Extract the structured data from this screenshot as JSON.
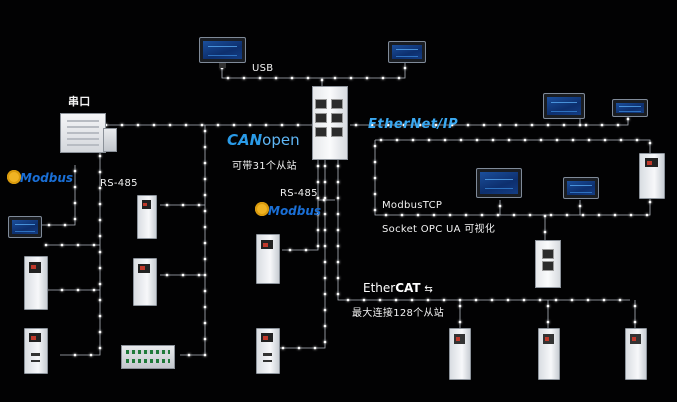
{
  "labels": {
    "usb": "USB",
    "serial_title": "串口",
    "rs485_left": "RS-485",
    "rs485_mid": "RS-485",
    "canopen_caption": "可带31个从站",
    "modbustcp": "ModbusTCP",
    "protocols": "Socket  OPC UA  可视化",
    "ethercat_caption": "最大连接128个从站"
  },
  "logos": {
    "canopen_can": "CAN",
    "canopen_open": "open",
    "ethernetip": "EtherNet/IP",
    "ethercat_ether": "Ether",
    "ethercat_cat": "CAT",
    "modbus_left": "Modbus",
    "modbus_mid": "Modbus"
  },
  "colors": {
    "background": "#020203",
    "wire": "#cfd6e0",
    "dot": "#ffffff",
    "canopen_blue": "#2a9be8",
    "ethernetip_blue": "#3aa8f0",
    "modbus_gold": "#f0b323"
  },
  "icons": {
    "hmi": "hmi-panel-icon",
    "plc": "plc-controller-icon",
    "servo": "servo-drive-icon",
    "io": "io-module-icon",
    "modbus": "modbus-gear-icon"
  }
}
